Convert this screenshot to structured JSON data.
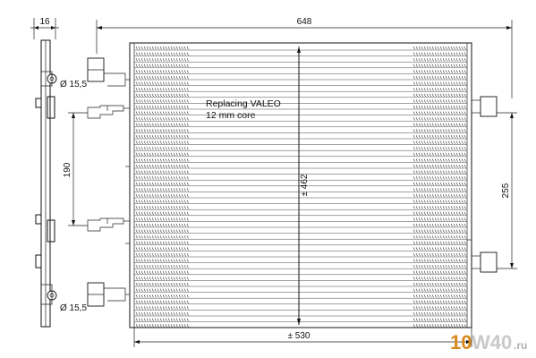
{
  "dimensions": {
    "width_total": "648",
    "side_thickness": "16",
    "height_core": "± 462",
    "width_core": "± 530",
    "left_bracket_spacing": "190",
    "right_port_spacing": "255",
    "pipe_top": "Ø 15,5",
    "pipe_bottom": "Ø 15,5"
  },
  "note": {
    "line1": "Replacing VALEO",
    "line2": "12 mm core"
  },
  "watermark": {
    "part1": "10",
    "part2": "W40",
    "part3": ".ru"
  }
}
